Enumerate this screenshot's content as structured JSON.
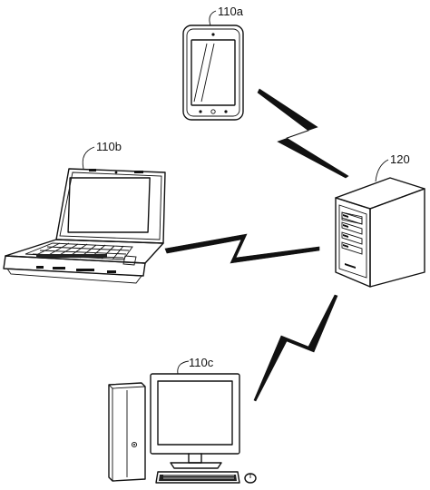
{
  "labels": {
    "tablet": "110a",
    "laptop": "110b",
    "desktop": "110c",
    "server": "120"
  },
  "icons": {
    "tablet": "tablet-icon",
    "laptop": "laptop-icon",
    "desktop": "desktop-computer-icon",
    "server": "server-icon",
    "link": "wireless-link-icon"
  },
  "colors": {
    "line": "#111111",
    "background": "#ffffff"
  }
}
